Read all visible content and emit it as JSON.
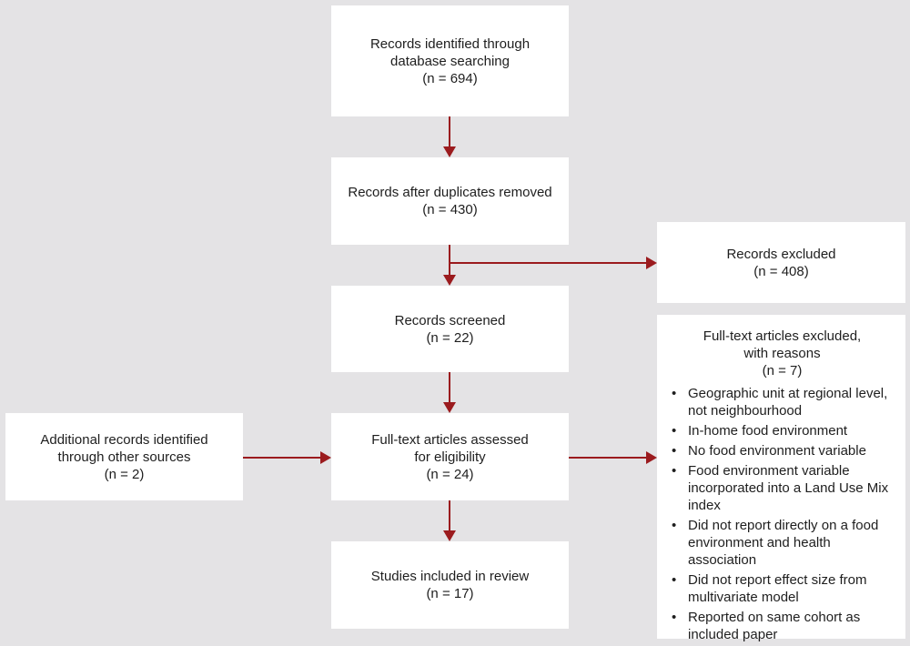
{
  "boxes": {
    "identified": {
      "line1": "Records identified through",
      "line2": "database searching",
      "n": "(n = 694)"
    },
    "duplicates_removed": {
      "line1": "Records after duplicates removed",
      "n": "(n = 430)"
    },
    "screened": {
      "line1": "Records screened",
      "n": "(n = 22)"
    },
    "full_text": {
      "line1": "Full-text articles assessed",
      "line2": "for eligibility",
      "n": "(n = 24)"
    },
    "included": {
      "line1": "Studies included in review",
      "n": "(n = 17)"
    },
    "additional": {
      "line1": "Additional records identified",
      "line2": "through other sources",
      "n": "(n = 2)"
    },
    "excluded": {
      "line1": "Records excluded",
      "n": "(n = 408)"
    },
    "fulltext_excluded": {
      "line1": "Full-text articles excluded,",
      "line2": "with reasons",
      "n": "(n = 7)",
      "bullet": "•",
      "reasons": [
        "Geographic unit at regional level, not neighbourhood",
        "In-home food environment",
        "No food environment variable",
        "Food environment variable incorporated into a Land Use Mix index",
        "Did not report directly on a food environment and health association",
        "Did not report effect size from multivariate model",
        "Reported on same cohort as included paper"
      ]
    }
  },
  "colors": {
    "arrow": "#9b1b1e",
    "background": "#e4e3e5",
    "box": "#ffffff"
  }
}
